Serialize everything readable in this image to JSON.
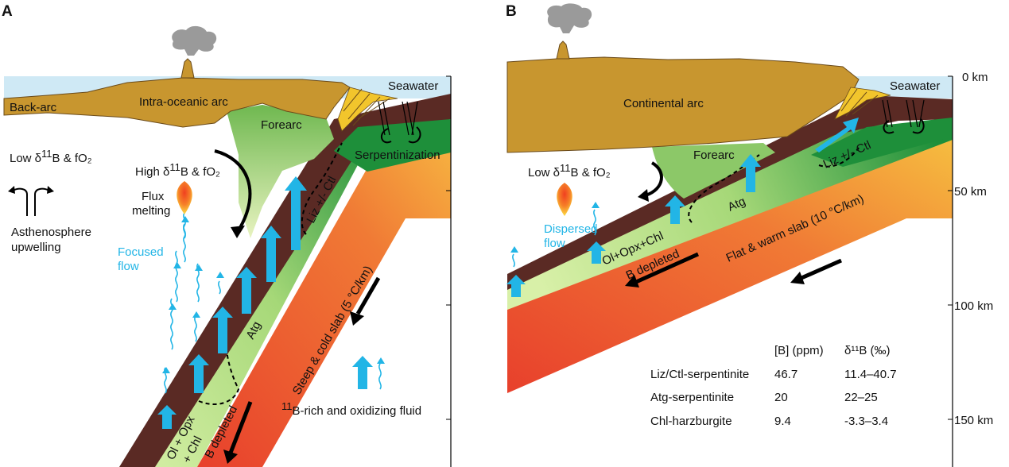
{
  "panel_a": {
    "letter": "A",
    "labels": {
      "back_arc": "Back-arc",
      "intra_oceanic_arc": "Intra-oceanic arc",
      "seawater": "Seawater",
      "forearc": "Forearc",
      "serpentinization": "Serpentinization",
      "low_b_prefix": "Low δ",
      "low_b_sup": "11",
      "low_b_suffix": "B & fO₂",
      "high_b_prefix": "High δ",
      "high_b_sup": "11",
      "high_b_suffix": "B & fO₂",
      "flux_line1": "Flux",
      "flux_line2": "melting",
      "focused_line1": "Focused",
      "focused_line2": "flow",
      "asth_line1": "Asthenosphere",
      "asth_line2": "upwelling",
      "liz_ctl": "Liz +/- Ctl",
      "atg": "Atg",
      "slab": "Steep & cold slab (5 °C/km)",
      "ol_line1": "Ol + Opx",
      "ol_line2": "+ Chl",
      "b_depleted": "B depleted",
      "b_rich_sup": "11",
      "b_rich_suffix": "B-rich and oxidizing fluid"
    }
  },
  "panel_b": {
    "letter": "B",
    "labels": {
      "continental_arc": "Continental arc",
      "seawater": "Seawater",
      "forearc": "Forearc",
      "low_b_prefix": "Low δ",
      "low_b_sup": "11",
      "low_b_suffix": "B & fO₂",
      "dispersed_line1": "Dispersed",
      "dispersed_line2": "flow",
      "liz_ctl": "Liz +/- Ctl",
      "atg": "Atg",
      "ol": "Ol+Opx+Chl",
      "b_depleted": "B depleted",
      "slab": "Flat & warm slab (10 °C/km)"
    },
    "depth_ticks": [
      "0 km",
      "50 km",
      "100 km",
      "150 km"
    ],
    "table": {
      "headers": [
        "",
        "[B] (ppm)",
        "δ¹¹B (‰)"
      ],
      "rows": [
        [
          "Liz/Ctl-serpentinite",
          "46.7",
          "11.4–40.7"
        ],
        [
          "Atg-serpentinite",
          "20",
          "22–25"
        ],
        [
          "Chl-harzburgite",
          "9.4",
          "-3.3–3.4"
        ]
      ]
    }
  },
  "colors": {
    "seawater": "#cfe9f5",
    "arc_crust": "#c8962f",
    "forearc_green": "#8cc868",
    "serpentine_green": "#1e8f3a",
    "mantle_wedge_light": "#d8eea0",
    "slab_brown": "#5a2a24",
    "slab_red": "#e8452e",
    "slab_orange": "#f2c040",
    "cyan_arrow": "#22b5e6",
    "volcano_gray": "#9a9a9a"
  }
}
